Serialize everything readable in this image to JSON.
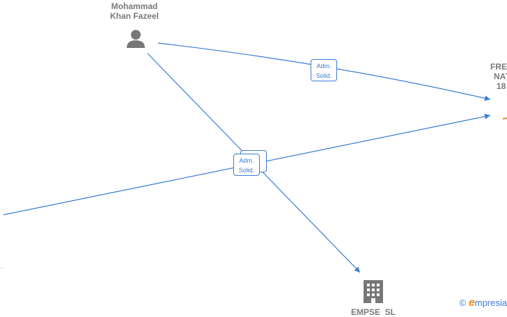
{
  "nodes": {
    "person": {
      "line1": "Mohammad",
      "line2": "Khan Fazeel",
      "icon": "person-icon"
    },
    "company_right": {
      "line1": "FRE",
      "line2": "NAT",
      "line3": "18"
    },
    "company_bottom": {
      "label": "EMPSE  SL",
      "icon": "building-icon"
    }
  },
  "edges": {
    "top": {
      "line1": "Adm.",
      "line2": "Solid."
    },
    "middle": {
      "line1": "Adm.",
      "line2": "Solid."
    }
  },
  "brand": {
    "copyright": "©",
    "initial": "e",
    "name": "mpresia"
  },
  "colors": {
    "edge": "#3a7bd5",
    "node_label": "#7a7a7a",
    "icon": "#777777",
    "accent": "#f08a1c"
  }
}
